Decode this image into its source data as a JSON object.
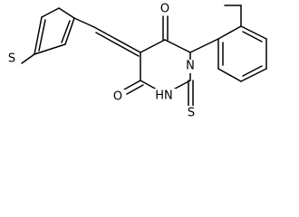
{
  "figure": {
    "atoms": [
      {
        "id": "S1",
        "symbol": "S"
      },
      {
        "id": "O1",
        "symbol": "O"
      },
      {
        "id": "N1",
        "symbol": "N"
      },
      {
        "id": "O2",
        "symbol": "O"
      },
      {
        "id": "HN",
        "symbol": "HN"
      },
      {
        "id": "S2",
        "symbol": "S"
      }
    ]
  }
}
